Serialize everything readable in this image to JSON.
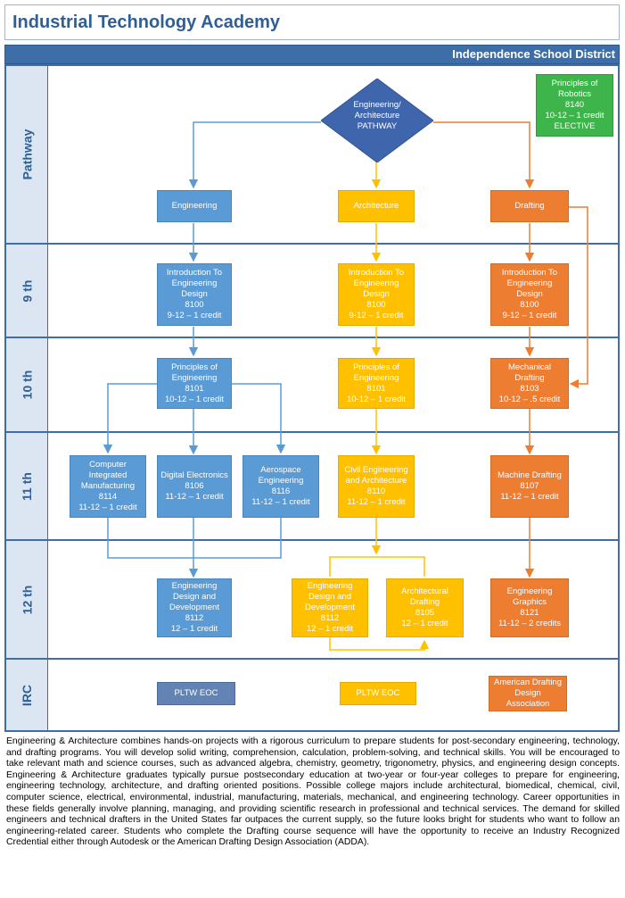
{
  "header": {
    "title": "Industrial Technology Academy",
    "district": "Independence School District"
  },
  "rows": {
    "pathway": "Pathway",
    "grade9": "9 th",
    "grade10": "10 th",
    "grade11": "11 th",
    "grade12": "12 th",
    "irc": "IRC"
  },
  "pathway_diamond": {
    "line1": "Engineering/",
    "line2": "Architecture",
    "line3": "PATHWAY"
  },
  "elective": {
    "line1": "Principles of",
    "line2": "Robotics",
    "line3": "8140",
    "line4": "10-12 – 1 credit",
    "line5": "ELECTIVE"
  },
  "tracks": {
    "engineering": "Engineering",
    "architecture": "Architecture",
    "drafting": "Drafting"
  },
  "grade9": {
    "eng": [
      "Introduction To",
      "Engineering",
      "Design",
      "8100",
      "9-12 – 1 credit"
    ],
    "arch": [
      "Introduction To",
      "Engineering",
      "Design",
      "8100",
      "9-12 – 1 credit"
    ],
    "draft": [
      "Introduction To",
      "Engineering",
      "Design",
      "8100",
      "9-12 – 1 credit"
    ]
  },
  "grade10": {
    "eng": [
      "Principles of",
      "Engineering",
      "8101",
      "10-12 – 1 credit"
    ],
    "arch": [
      "Principles of",
      "Engineering",
      "8101",
      "10-12 – 1 credit"
    ],
    "draft": [
      "Mechanical",
      "Drafting",
      "8103",
      "10-12 – .5 credit"
    ]
  },
  "grade11": {
    "cim": [
      "Computer",
      "Integrated",
      "Manufacturing",
      "8114",
      "11-12 – 1 credit"
    ],
    "digital": [
      "Digital Electronics",
      "8106",
      "11-12 – 1 credit"
    ],
    "aero": [
      "Aerospace",
      "Engineering",
      "8116",
      "11-12 – 1 credit"
    ],
    "civil": [
      "Civil Engineering",
      "and Architecture",
      "8110",
      "11-12 – 1 credit"
    ],
    "machine": [
      "Machine Drafting",
      "8107",
      "11-12 – 1 credit"
    ]
  },
  "grade12": {
    "edd_blue": [
      "Engineering",
      "Design and",
      "Development",
      "8112",
      "12 – 1 credit"
    ],
    "edd_yellow": [
      "Engineering",
      "Design and",
      "Development",
      "8112",
      "12 – 1 credit"
    ],
    "arch_draft": [
      "Architectural",
      "Drafting",
      "8105",
      "12 – 1 credit"
    ],
    "eng_graphics": [
      "Engineering",
      "Graphics",
      "8121",
      "11-12 – 2 credits"
    ]
  },
  "irc": {
    "eng": "PLTW EOC",
    "arch": "PLTW EOC",
    "draft": [
      "American Drafting",
      "Design",
      "Association"
    ]
  },
  "description": "Engineering & Architecture combines hands-on projects with a rigorous curriculum to prepare students for post-secondary engineering, technology, and drafting programs. You will develop solid writing, comprehension, calculation, problem-solving, and technical skills. You will be encouraged to take relevant math and science courses, such as advanced algebra, chemistry, geometry, trigonometry, physics, and engineering design concepts. Engineering & Architecture graduates typically pursue postsecondary education at two-year or four-year colleges to prepare for engineering, engineering technology, architecture, and drafting oriented positions. Possible college majors include architectural, biomedical, chemical, civil, computer science, electrical, environmental, industrial, manufacturing, materials, mechanical, and engineering technology. Career opportunities in these fields generally involve planning, managing, and providing scientific research in professional and technical services. The demand for skilled engineers and technical drafters in the United States far outpaces the current supply, so the future looks bright for students who want to follow an engineering-related career. Students who complete the Drafting course sequence will have the opportunity to receive an Industry Recognized Credential either through Autodesk or the American Drafting Design Association (ADDA).",
  "colors": {
    "engineering": "#5b9bd5",
    "architecture": "#ffc000",
    "drafting": "#ed7d31",
    "elective": "#3db54a",
    "pathway": "#3d6ea8"
  }
}
